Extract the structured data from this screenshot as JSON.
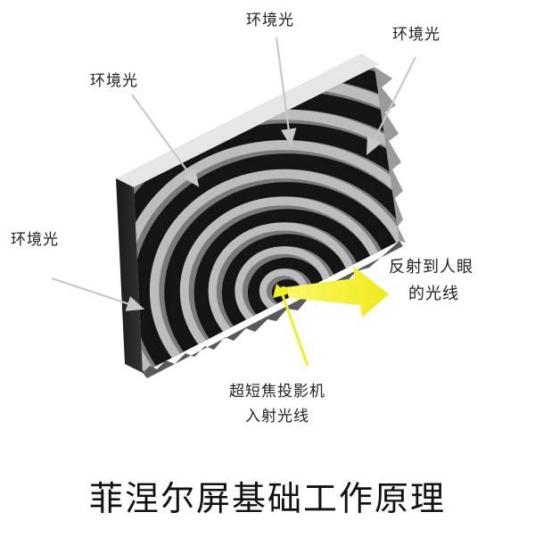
{
  "labels": {
    "ambient_top": "环境光",
    "ambient_top_right": "环境光",
    "ambient_left": "环境光",
    "ambient_side": "环境光",
    "reflected_line1": "反射到人眼",
    "reflected_line2": "的光线",
    "projector_line1": "超短焦投影机",
    "projector_line2": "入射光线"
  },
  "title": "菲涅尔屏基础工作原理",
  "colors": {
    "panel_front": "#141414",
    "panel_side": "#2a2a2a",
    "panel_top": "#e8e8e8",
    "rings": "#bdbdbd",
    "rings_shadow": "#7a7a7a",
    "arrows": "#c8c8c8",
    "highlight": "#f2ef22",
    "text": "#222222"
  }
}
